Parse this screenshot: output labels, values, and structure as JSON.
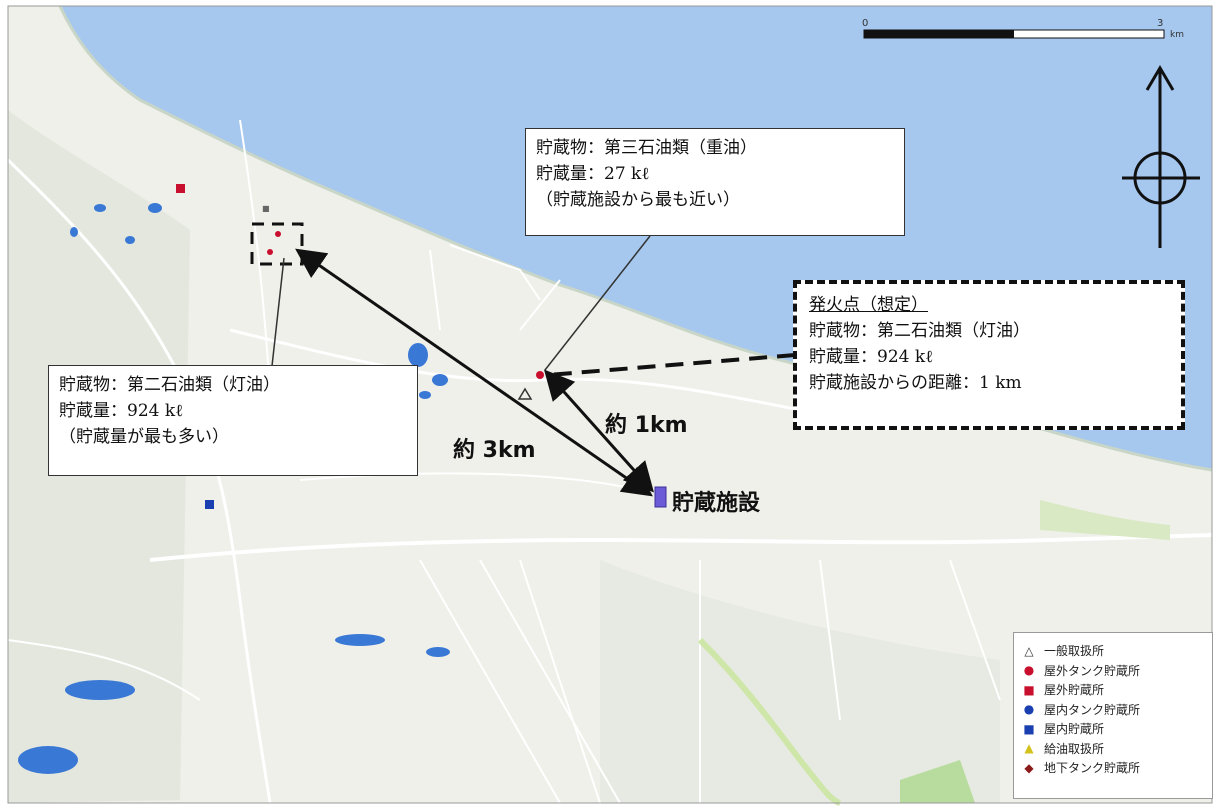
{
  "callouts": {
    "left": {
      "line1": "貯蔵物：第二石油類（灯油）",
      "line2": "貯蔵量：924 kℓ",
      "line3": "（貯蔵量が最も多い）"
    },
    "top": {
      "line1": "貯蔵物：第三石油類（重油）",
      "line2": "貯蔵量：27 kℓ",
      "line3": "（貯蔵施設から最も近い）"
    },
    "right": {
      "title": "発火点（想定）",
      "line1": "貯蔵物：第二石油類（灯油）",
      "line2": "貯蔵量：924 kℓ",
      "line3": "貯蔵施設からの距離：1 km"
    }
  },
  "distances": {
    "near": "約 1km",
    "far": "約 3km"
  },
  "facility_label": "貯蔵施設",
  "scale_bar": {
    "start": "0",
    "end": "3",
    "unit": "km"
  },
  "north_arrow": "compass-north-arrow-icon",
  "legend": {
    "items": [
      {
        "symbol": "△",
        "label": "一般取扱所",
        "color": "#333333",
        "icon": "triangle-outline-icon"
      },
      {
        "symbol": "●",
        "label": "屋外タンク貯蔵所",
        "color": "#c8102e",
        "icon": "red-circle-icon"
      },
      {
        "symbol": "■",
        "label": "屋外貯蔵所",
        "color": "#c8102e",
        "icon": "red-square-icon"
      },
      {
        "symbol": "●",
        "label": "屋内タンク貯蔵所",
        "color": "#1a3fb0",
        "icon": "blue-circle-icon"
      },
      {
        "symbol": "■",
        "label": "屋内貯蔵所",
        "color": "#1a3fb0",
        "icon": "blue-square-icon"
      },
      {
        "symbol": "▲",
        "label": "給油取扱所",
        "color": "#d4c21c",
        "icon": "yellow-triangle-icon"
      },
      {
        "symbol": "◆",
        "label": "地下タンク貯蔵所",
        "color": "#8b1a1a",
        "icon": "dark-red-diamond-icon"
      }
    ]
  },
  "colors": {
    "sea": "#a6c8ef",
    "land": "#eef0e9",
    "road": "#ffffff",
    "facility": "#6b5bd6"
  }
}
